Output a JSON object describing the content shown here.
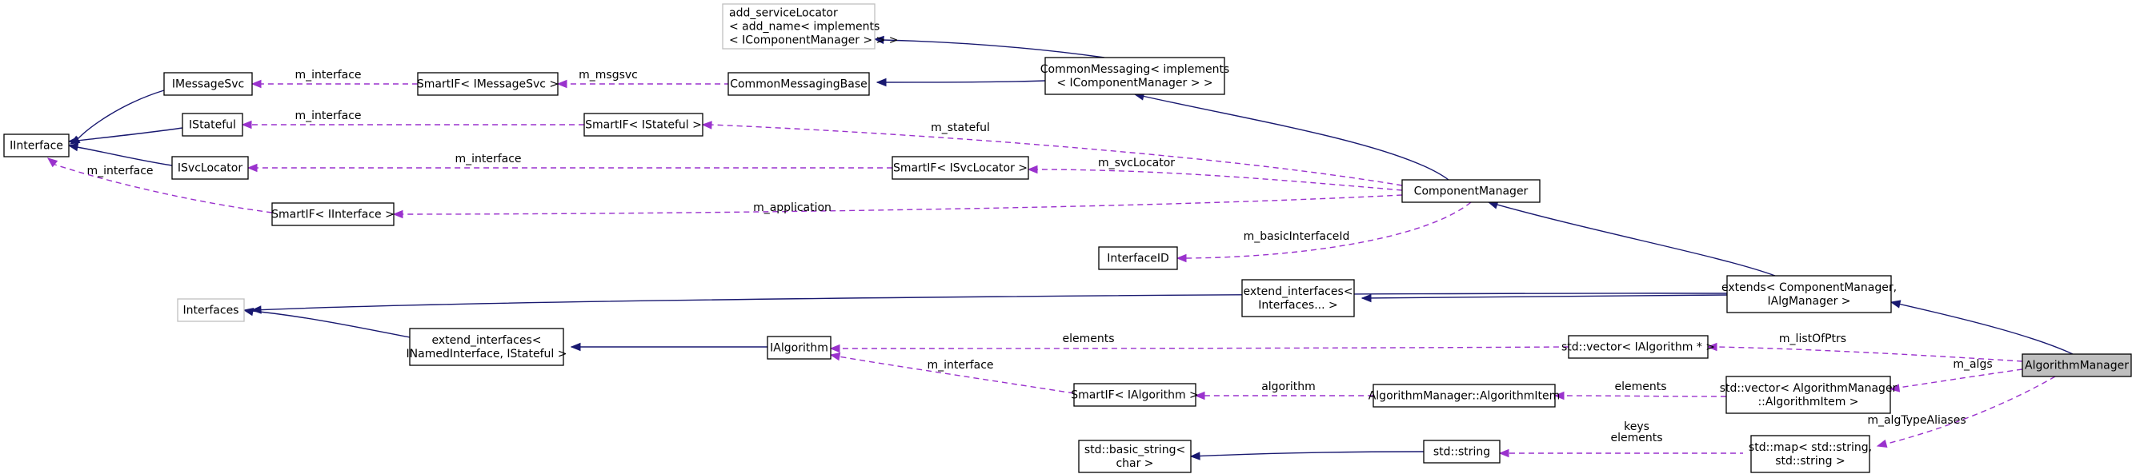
{
  "nodes": [
    {
      "id": "add_serviceLocator",
      "lines": [
        "add_serviceLocator",
        "< add_name< implements",
        "< IComponentManager > > >"
      ],
      "style": "grey"
    },
    {
      "id": "IMessageSvc",
      "lines": [
        "IMessageSvc"
      ],
      "style": "normal"
    },
    {
      "id": "SmartIF_IMessageSvc",
      "lines": [
        "SmartIF< IMessageSvc >"
      ],
      "style": "normal"
    },
    {
      "id": "CommonMessagingBase",
      "lines": [
        "CommonMessagingBase"
      ],
      "style": "normal"
    },
    {
      "id": "CommonMessaging",
      "lines": [
        "CommonMessaging< implements",
        "< IComponentManager > >"
      ],
      "style": "normal"
    },
    {
      "id": "IInterface",
      "lines": [
        "IInterface"
      ],
      "style": "normal"
    },
    {
      "id": "IStateful",
      "lines": [
        "IStateful"
      ],
      "style": "normal"
    },
    {
      "id": "SmartIF_IStateful",
      "lines": [
        "SmartIF< IStateful >"
      ],
      "style": "normal"
    },
    {
      "id": "ISvcLocator",
      "lines": [
        "ISvcLocator"
      ],
      "style": "normal"
    },
    {
      "id": "SmartIF_ISvcLocator",
      "lines": [
        "SmartIF< ISvcLocator >"
      ],
      "style": "normal"
    },
    {
      "id": "ComponentManager",
      "lines": [
        "ComponentManager"
      ],
      "style": "normal"
    },
    {
      "id": "SmartIF_IInterface",
      "lines": [
        "SmartIF< IInterface >"
      ],
      "style": "normal"
    },
    {
      "id": "InterfaceID",
      "lines": [
        "InterfaceID"
      ],
      "style": "normal"
    },
    {
      "id": "Interfaces",
      "lines": [
        "Interfaces"
      ],
      "style": "grey"
    },
    {
      "id": "extend_interfaces_Interfaces",
      "lines": [
        "extend_interfaces<",
        "Interfaces... >"
      ],
      "style": "normal"
    },
    {
      "id": "extends_ComponentManager",
      "lines": [
        "extends< ComponentManager,",
        "IAlgManager >"
      ],
      "style": "normal"
    },
    {
      "id": "extend_interfaces_INamed",
      "lines": [
        "extend_interfaces<",
        "INamedInterface, IStateful >"
      ],
      "style": "normal"
    },
    {
      "id": "IAlgorithm",
      "lines": [
        "IAlgorithm"
      ],
      "style": "normal"
    },
    {
      "id": "vector_IAlgorithm",
      "lines": [
        "std::vector< IAlgorithm * >"
      ],
      "style": "normal"
    },
    {
      "id": "AlgorithmManager",
      "lines": [
        "AlgorithmManager"
      ],
      "style": "selected"
    },
    {
      "id": "SmartIF_IAlgorithm",
      "lines": [
        "SmartIF< IAlgorithm >"
      ],
      "style": "normal"
    },
    {
      "id": "AlgorithmItem",
      "lines": [
        "AlgorithmManager::AlgorithmItem"
      ],
      "style": "normal"
    },
    {
      "id": "vector_AlgorithmItem",
      "lines": [
        "std::vector< AlgorithmManager",
        "::AlgorithmItem >"
      ],
      "style": "normal"
    },
    {
      "id": "basic_string",
      "lines": [
        "std::basic_string<",
        "char >"
      ],
      "style": "normal"
    },
    {
      "id": "std_string",
      "lines": [
        "std::string"
      ],
      "style": "normal"
    },
    {
      "id": "map_string",
      "lines": [
        "std::map< std::string,",
        "std::string >"
      ],
      "style": "normal"
    }
  ],
  "edges": [
    {
      "from": "add_serviceLocator",
      "to": "CommonMessaging",
      "type": "inheritance",
      "label": ""
    },
    {
      "from": "CommonMessagingBase",
      "to": "CommonMessaging",
      "type": "inheritance",
      "label": ""
    },
    {
      "from": "SmartIF_IMessageSvc",
      "to": "CommonMessagingBase",
      "type": "usage",
      "label": "m_msgsvc"
    },
    {
      "from": "IMessageSvc",
      "to": "SmartIF_IMessageSvc",
      "type": "usage",
      "label": "m_interface"
    },
    {
      "from": "IInterface",
      "to": "IMessageSvc",
      "type": "inheritance",
      "label": ""
    },
    {
      "from": "IInterface",
      "to": "IStateful",
      "type": "inheritance",
      "label": ""
    },
    {
      "from": "IInterface",
      "to": "ISvcLocator",
      "type": "inheritance",
      "label": ""
    },
    {
      "from": "IStateful",
      "to": "SmartIF_IStateful",
      "type": "usage",
      "label": "m_interface"
    },
    {
      "from": "ISvcLocator",
      "to": "SmartIF_ISvcLocator",
      "type": "usage",
      "label": "m_interface"
    },
    {
      "from": "IInterface",
      "to": "SmartIF_IInterface",
      "type": "usage",
      "label": "m_interface"
    },
    {
      "from": "CommonMessaging",
      "to": "ComponentManager",
      "type": "inheritance",
      "label": ""
    },
    {
      "from": "SmartIF_IStateful",
      "to": "ComponentManager",
      "type": "usage",
      "label": "m_stateful"
    },
    {
      "from": "SmartIF_ISvcLocator",
      "to": "ComponentManager",
      "type": "usage",
      "label": "m_svcLocator"
    },
    {
      "from": "SmartIF_IInterface",
      "to": "ComponentManager",
      "type": "usage",
      "label": "m_application"
    },
    {
      "from": "InterfaceID",
      "to": "ComponentManager",
      "type": "usage",
      "label": "m_basicInterfaceId"
    },
    {
      "from": "ComponentManager",
      "to": "extends_ComponentManager",
      "type": "inheritance",
      "label": ""
    },
    {
      "from": "Interfaces",
      "to": "extend_interfaces_Interfaces",
      "type": "inheritance",
      "label": ""
    },
    {
      "from": "extend_interfaces_Interfaces",
      "to": "extends_ComponentManager",
      "type": "inheritance",
      "label": ""
    },
    {
      "from": "Interfaces",
      "to": "extend_interfaces_INamed",
      "type": "inheritance",
      "label": ""
    },
    {
      "from": "extend_interfaces_INamed",
      "to": "IAlgorithm",
      "type": "inheritance",
      "label": ""
    },
    {
      "from": "extends_ComponentManager",
      "to": "AlgorithmManager",
      "type": "inheritance",
      "label": ""
    },
    {
      "from": "IAlgorithm",
      "to": "vector_IAlgorithm",
      "type": "usage",
      "label": "elements"
    },
    {
      "from": "vector_IAlgorithm",
      "to": "AlgorithmManager",
      "type": "usage",
      "label": "m_listOfPtrs"
    },
    {
      "from": "IAlgorithm",
      "to": "SmartIF_IAlgorithm",
      "type": "usage",
      "label": "m_interface"
    },
    {
      "from": "SmartIF_IAlgorithm",
      "to": "AlgorithmItem",
      "type": "usage",
      "label": "algorithm"
    },
    {
      "from": "AlgorithmItem",
      "to": "vector_AlgorithmItem",
      "type": "usage",
      "label": "elements"
    },
    {
      "from": "vector_AlgorithmItem",
      "to": "AlgorithmManager",
      "type": "usage",
      "label": "m_algs"
    },
    {
      "from": "basic_string",
      "to": "std_string",
      "type": "inheritance",
      "label": ""
    },
    {
      "from": "std_string",
      "to": "map_string",
      "type": "usage",
      "label": "keys\nelements"
    },
    {
      "from": "map_string",
      "to": "AlgorithmManager",
      "type": "usage",
      "label": "m_algTypeAliases"
    }
  ]
}
